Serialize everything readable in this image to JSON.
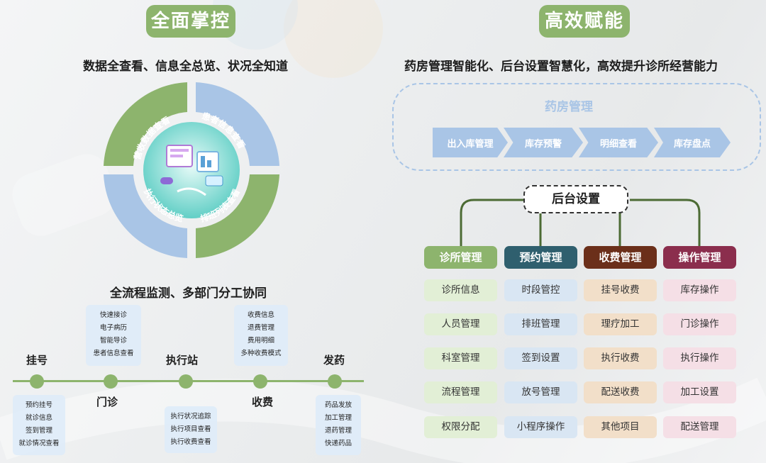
{
  "left": {
    "title": "全面掌控",
    "subtitle": "数据全查看、信息全总览、状况全知道",
    "ring_segments": [
      "营收数据查看",
      "患者信息查看",
      "执行状态总览",
      "排班列表查看"
    ],
    "flow_title": "全流程监测、多部门分工协同",
    "timeline": {
      "stages": [
        {
          "label": "挂号",
          "items": [
            "预约挂号",
            "就诊信息",
            "签到管理",
            "就诊情况查看"
          ]
        },
        {
          "label": "门诊",
          "items": [
            "快速接诊",
            "电子病历",
            "智能导诊",
            "患者信息查看"
          ]
        },
        {
          "label": "执行站",
          "items": [
            "执行状况追踪",
            "执行项目查看",
            "执行收费查看"
          ]
        },
        {
          "label": "收费",
          "items": [
            "收费信息",
            "退费管理",
            "费用明细",
            "多种收费模式"
          ]
        },
        {
          "label": "发药",
          "items": [
            "药品发放",
            "加工管理",
            "退药管理",
            "快递药品"
          ]
        }
      ]
    }
  },
  "right": {
    "title": "高效赋能",
    "subtitle": "药房管理智能化、后台设置智慧化，高效提升诊所经营能力",
    "pharmacy": {
      "title": "药房管理",
      "steps": [
        "出入库管理",
        "库存预警",
        "明细查看",
        "库存盘点"
      ]
    },
    "backend": {
      "title": "后台设置",
      "categories": [
        {
          "name": "诊所管理",
          "color": "#8db46d",
          "cell_bg": "#e2efd6",
          "items": [
            "诊所信息",
            "人员管理",
            "科室管理",
            "流程管理",
            "权限分配"
          ]
        },
        {
          "name": "预约管理",
          "color": "#2f5f6e",
          "cell_bg": "#d9e6f3",
          "items": [
            "时段管控",
            "排班管理",
            "签到设置",
            "放号管理",
            "小程序操作"
          ]
        },
        {
          "name": "收费管理",
          "color": "#6b2f1a",
          "cell_bg": "#f2dfc9",
          "items": [
            "挂号收费",
            "理疗加工",
            "执行收费",
            "配送收费",
            "其他项目"
          ]
        },
        {
          "name": "操作管理",
          "color": "#8b2e4d",
          "cell_bg": "#f5dfe6",
          "items": [
            "库存操作",
            "门诊操作",
            "执行操作",
            "加工设置",
            "配送管理"
          ]
        }
      ]
    }
  },
  "colors": {
    "green": "#8db46d",
    "blue": "#a9c5e6",
    "dark_green": "#4c6b34"
  }
}
